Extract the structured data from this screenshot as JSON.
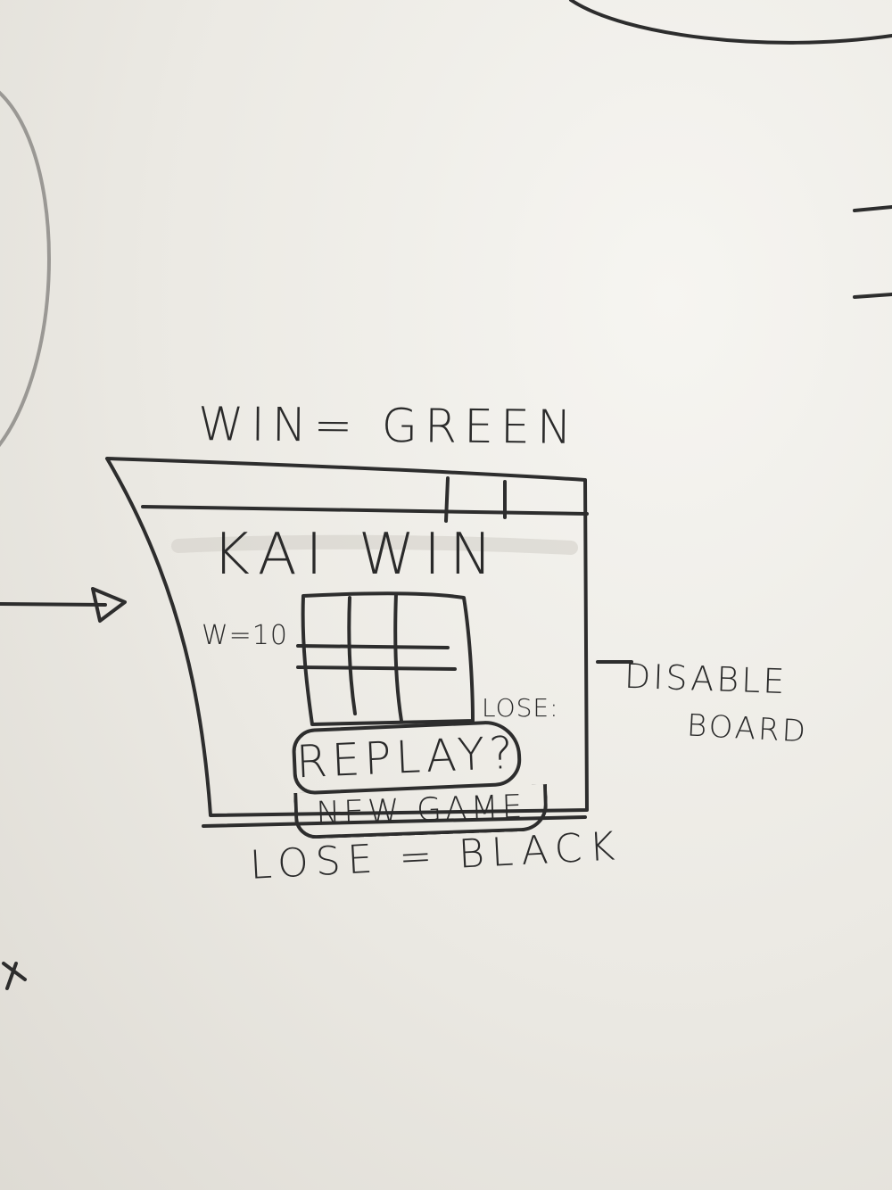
{
  "annotations": {
    "win_rule": "WIN= GREEN",
    "lose_rule": "LOSE = BLACK",
    "disable_line1": "DISABLE",
    "disable_line2": "BOARD"
  },
  "window": {
    "title": "KAI WIN",
    "win_score": "W=10",
    "lose_score": "LOSE:",
    "replay_label": "REPLAY?",
    "new_game_label": "NEW GAME"
  },
  "colors": {
    "win": "#2e8b3a",
    "lose": "#000000",
    "ink": "#2d2d2d"
  }
}
